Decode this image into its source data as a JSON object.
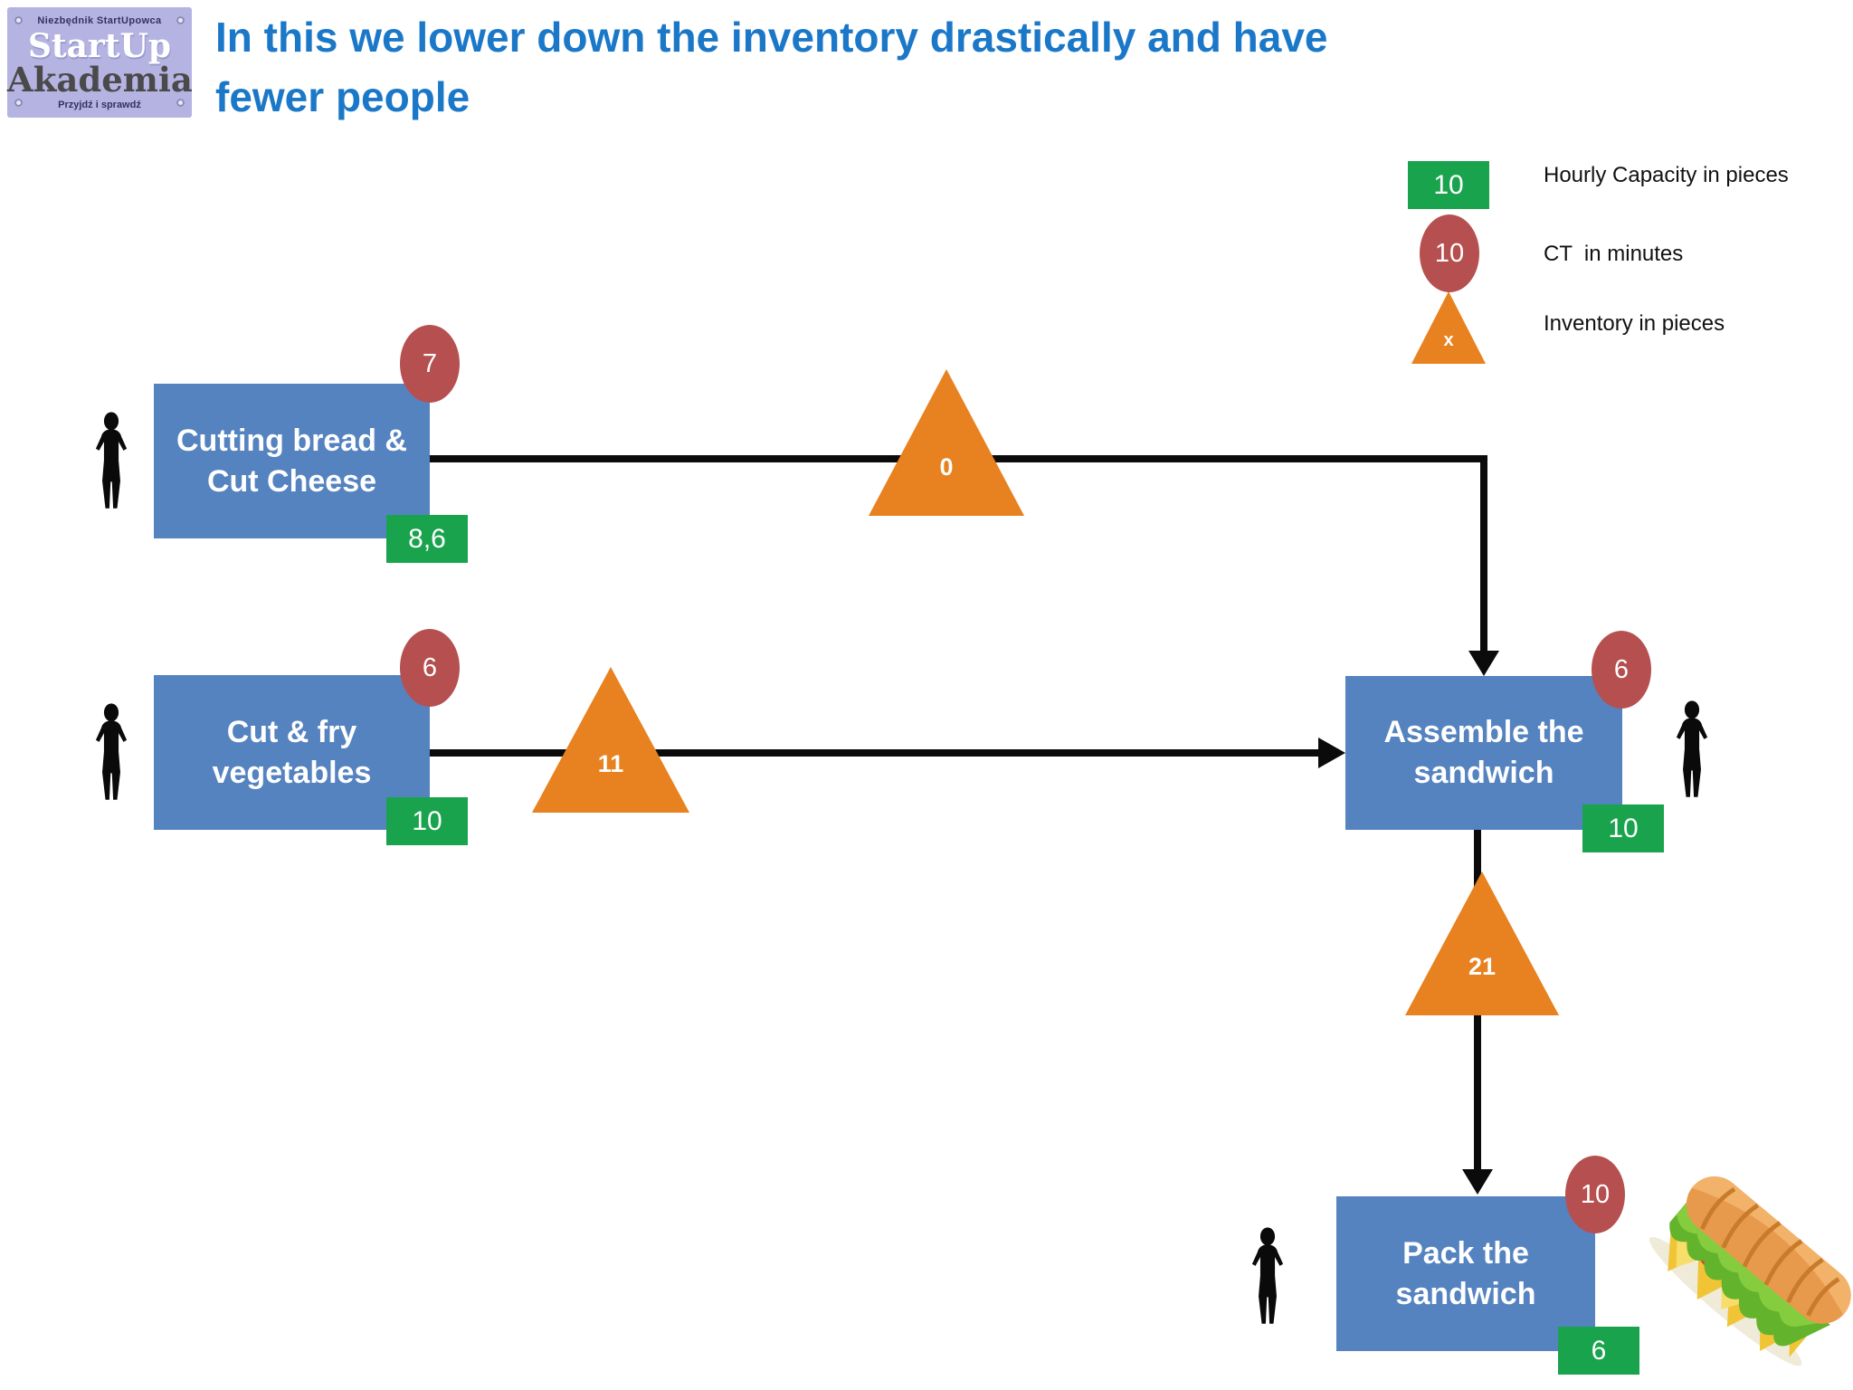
{
  "title": {
    "text": "In this we lower down the inventory drastically and have fewer people",
    "line1": "In this we lower down the inventory drastically and have",
    "line2": "fewer people"
  },
  "logo": {
    "top": "Niezbędnik StartUpowca",
    "name1": "StartUp",
    "name2": "Akademia",
    "bottom": "Przyjdź i sprawdź"
  },
  "legend": {
    "capacity_value": "10",
    "capacity_label": "Hourly Capacity in pieces",
    "ct_value": "10",
    "ct_label": "CT  in minutes",
    "inventory_value": "x",
    "inventory_label": "Inventory in pieces"
  },
  "nodes": {
    "cut_bread": {
      "label": "Cutting bread & Cut Cheese",
      "ct": "7",
      "capacity": "8,6"
    },
    "cut_fry": {
      "label": "Cut & fry vegetables",
      "ct": "6",
      "capacity": "10"
    },
    "assemble": {
      "label": "Assemble the sandwich",
      "ct": "6",
      "capacity": "10"
    },
    "pack": {
      "label": "Pack the sandwich",
      "ct": "10",
      "capacity": "6"
    }
  },
  "inventory": {
    "bread_to_assemble": "0",
    "veg_to_assemble": "11",
    "assemble_to_pack": "21"
  },
  "colors": {
    "box_blue": "#5583c0",
    "ct_red": "#b65050",
    "capacity_green": "#1aa34d",
    "inventory_orange": "#e8811f",
    "title_blue": "#1b78c8",
    "connector_black": "#0b0b0b",
    "logo_lavender": "#b4b3e2"
  }
}
